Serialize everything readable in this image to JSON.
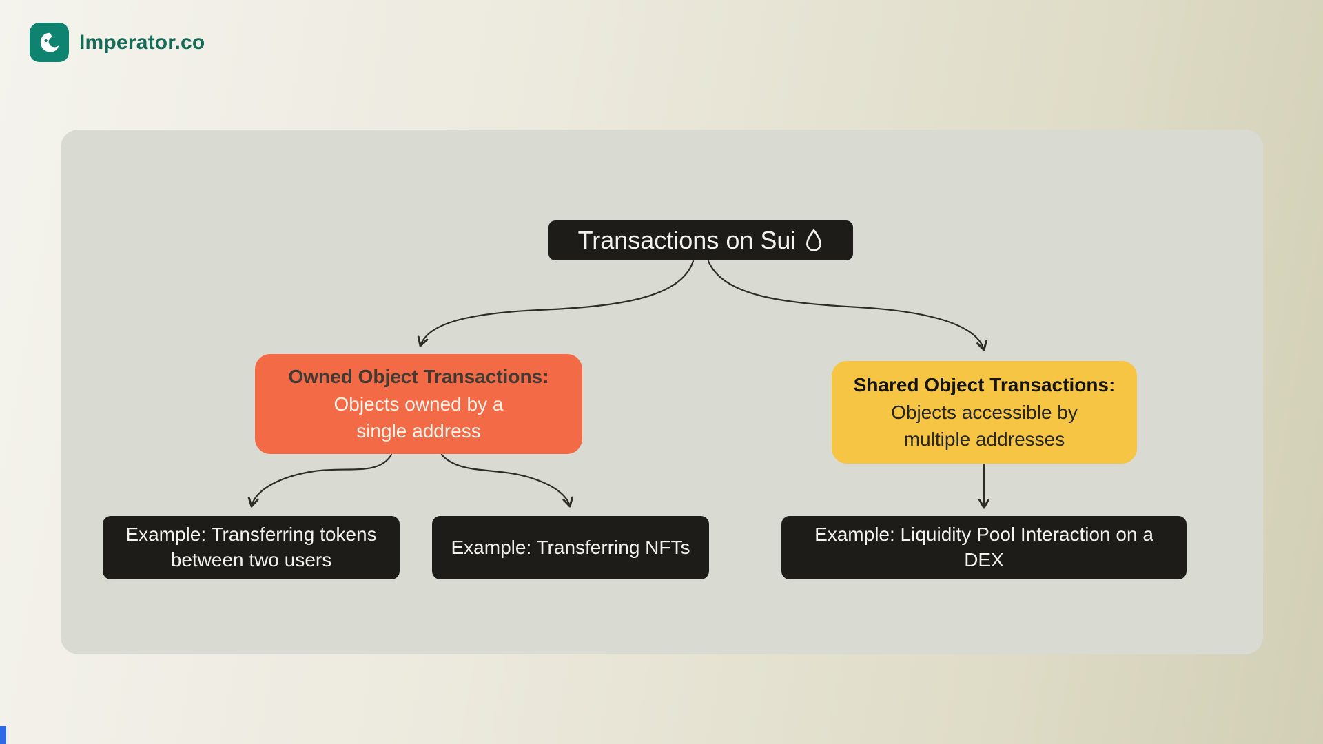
{
  "brand": {
    "name": "Imperator.co",
    "logo_bg_color": "#0e8370",
    "name_color": "#156a58"
  },
  "diagram": {
    "root": {
      "label": "Transactions on Sui",
      "icon": "sui-droplet-icon",
      "bg_color": "#1d1c19",
      "text_color": "#f3f2ee"
    },
    "branches": [
      {
        "title": "Owned Object Transactions:",
        "body": "Objects owned by a\nsingle address",
        "bg_color": "#f26b46"
      },
      {
        "title": "Shared Object Transactions:",
        "body": "Objects accessible by\nmultiple addresses",
        "bg_color": "#f5c543"
      }
    ],
    "examples": [
      {
        "label": "Example: Transferring tokens\nbetween two users",
        "parent": "Owned Object Transactions"
      },
      {
        "label": "Example: Transferring NFTs",
        "parent": "Owned Object Transactions"
      },
      {
        "label": "Example: Liquidity Pool Interaction on a\nDEX",
        "parent": "Shared Object Transactions"
      }
    ],
    "connector_color": "#2e2c27"
  }
}
